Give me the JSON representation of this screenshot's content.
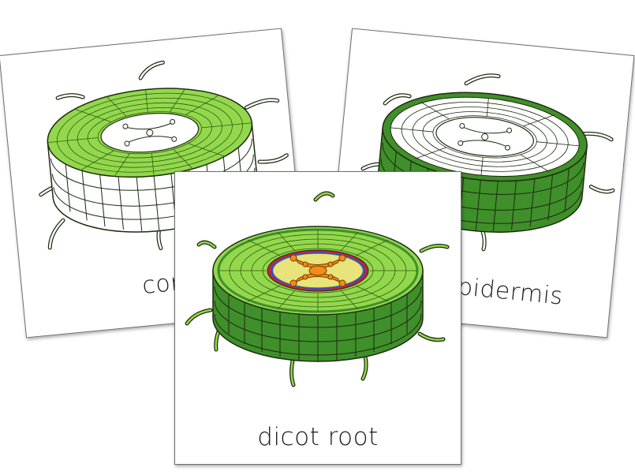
{
  "cards": [
    {
      "id": "cortex",
      "label": "cortex"
    },
    {
      "id": "epidermis",
      "label": "epidermis"
    },
    {
      "id": "dicot_root",
      "label": "dicot root"
    }
  ],
  "colors": {
    "light_green": "#93d84c",
    "dark_green": "#3f8f2a",
    "outline": "#1f2a10",
    "pith_yellow": "#e8e37a",
    "xylem_orange": "#f28c1a",
    "endodermis_red": "#c8232c",
    "pericycle_blue": "#2a4fd6",
    "card_border": "#6e6e6e"
  },
  "icons": [
    "root-cross-section-illustration",
    "root-hair-icon"
  ]
}
